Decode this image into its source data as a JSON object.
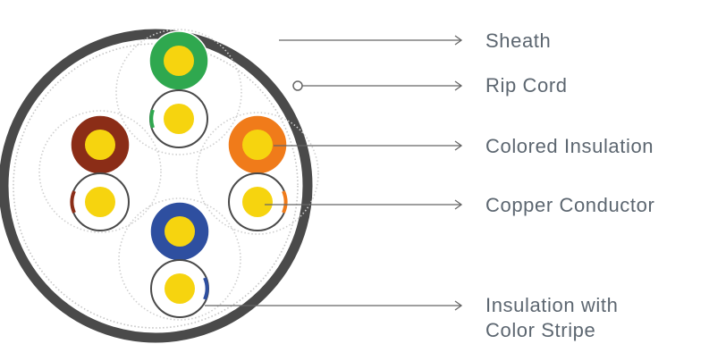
{
  "labels": {
    "sheath": "Sheath",
    "rip_cord": "Rip Cord",
    "colored_insulation": "Colored Insulation",
    "copper_conductor": "Copper Conductor",
    "insulation_line1": "Insulation with",
    "insulation_line2": "Color Stripe"
  },
  "colors": {
    "sheath": "#4a4a4a",
    "copper": "#f6d40f",
    "green": "#2fa84f",
    "brown": "#8b2d17",
    "orange": "#f07b1a",
    "blue": "#2e4fa0",
    "white": "#ffffff",
    "leader": "#666666",
    "text": "#5c6670"
  },
  "pairs": [
    {
      "name": "green",
      "color": "#2fa84f"
    },
    {
      "name": "brown",
      "color": "#8b2d17"
    },
    {
      "name": "orange",
      "color": "#f07b1a"
    },
    {
      "name": "blue",
      "color": "#2e4fa0"
    }
  ]
}
